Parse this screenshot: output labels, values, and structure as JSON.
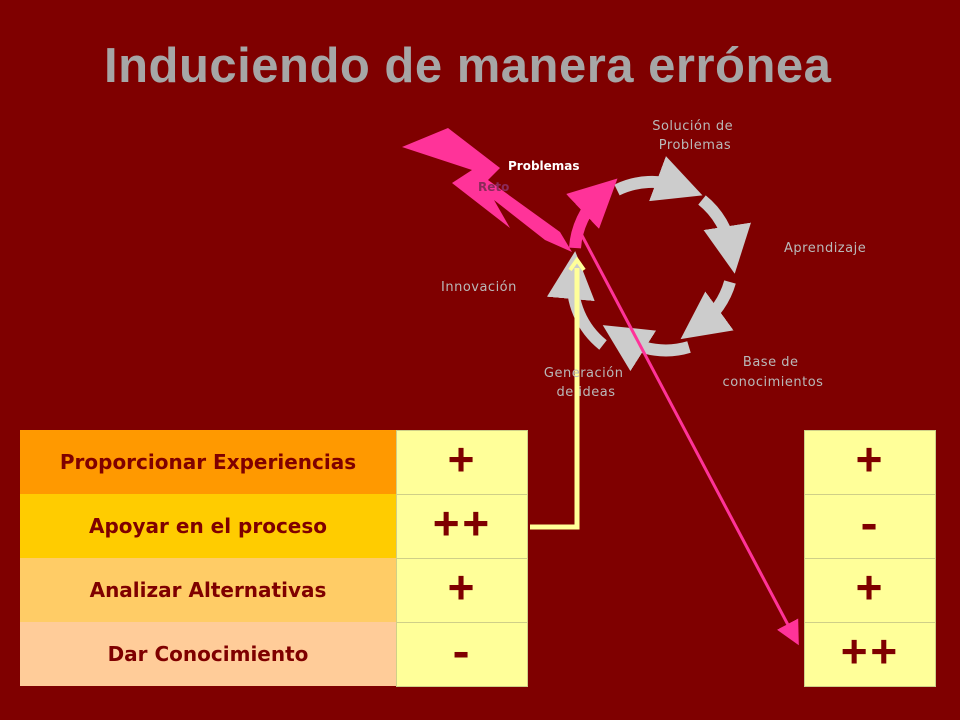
{
  "title": "Induciendo de manera errónea",
  "cycle": {
    "steps": [
      {
        "label": "Solución de\nProblemas"
      },
      {
        "label": "Aprendizaje"
      },
      {
        "label": "Base de\nconocimientos"
      },
      {
        "label": "Generación\nde ideas"
      },
      {
        "label": "Innovación"
      }
    ],
    "arrow_color": "#cccccc"
  },
  "spark": {
    "labels": [
      "Problemas",
      "Reto"
    ],
    "color": "#ff3399"
  },
  "left_table": {
    "rows": [
      {
        "label": "Proporcionar Experiencias",
        "color": "#ff9900",
        "value": "+"
      },
      {
        "label": "Apoyar en el proceso",
        "color": "#ffcc00",
        "value": "++"
      },
      {
        "label": "Analizar Alternativas",
        "color": "#ffcc66",
        "value": "+"
      },
      {
        "label": "Dar Conocimiento",
        "color": "#ffcc99",
        "value": "-"
      }
    ]
  },
  "right_table": {
    "values": [
      "+",
      "-",
      "+",
      "++"
    ]
  },
  "colors": {
    "background": "#7f0000",
    "cell_fill": "#ffff99",
    "connector": "#ffff99",
    "pointer": "#ff3399"
  }
}
